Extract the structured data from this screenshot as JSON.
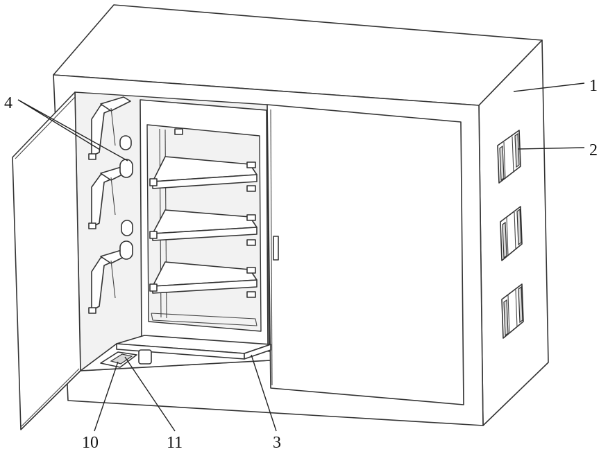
{
  "figure": {
    "labels": {
      "l1": "1",
      "l2": "2",
      "l3": "3",
      "l4": "4",
      "l10": "10",
      "l11": "11"
    }
  }
}
